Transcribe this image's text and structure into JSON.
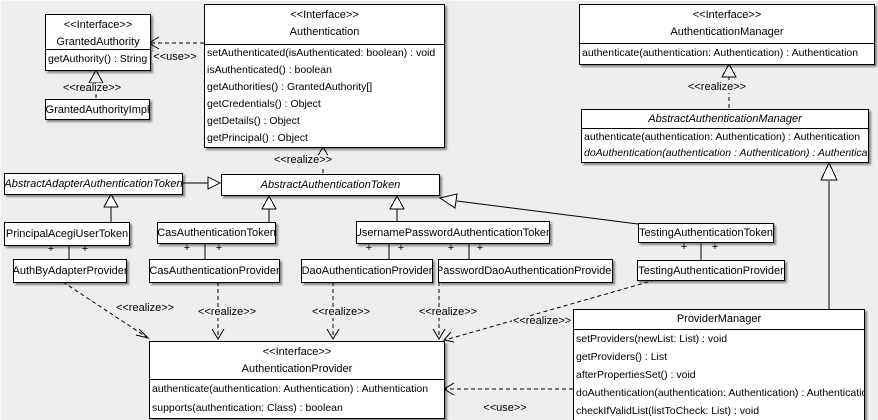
{
  "colors": {
    "background": "#eeeeee",
    "box_fill": "#ffffff",
    "line": "#000000"
  },
  "edge_labels": {
    "realize": "&lt;&lt;realize&gt;&gt;",
    "use": "&lt;&lt;use&gt;&gt;",
    "plus": "+"
  },
  "classes": {
    "granted_authority": {
      "stereotype": "<<Interface>>",
      "name": "GrantedAuthority",
      "members": [
        "getAuthority() : String"
      ]
    },
    "granted_authority_impl": {
      "name": "GrantedAuthorityImpl"
    },
    "authentication": {
      "stereotype": "<<Interface>>",
      "name": "Authentication",
      "members": [
        "setAuthenticated(isAuthenticated: boolean) : void",
        "isAuthenticated() : boolean",
        "getAuthorities() : GrantedAuthority[]",
        "getCredentials() : Object",
        "getDetails() : Object",
        "getPrincipal() : Object"
      ]
    },
    "authentication_manager": {
      "stereotype": "<<Interface>>",
      "name": "AuthenticationManager",
      "members": [
        "authenticate(authentication: Authentication) : Authentication"
      ]
    },
    "abstract_authentication_manager": {
      "name": "AbstractAuthenticationManager",
      "members": [
        "authenticate(authentication: Authentication) : Authentication",
        "doAuthentication(authentication : Authentication) : Authentication"
      ]
    },
    "abstract_adapter_authentication_token": {
      "name": "AbstractAdapterAuthenticationToken"
    },
    "abstract_authentication_token": {
      "name": "AbstractAuthenticationToken"
    },
    "principal_acegi_user_token": {
      "name": "PrincipalAcegiUserToken"
    },
    "cas_authentication_token": {
      "name": "CasAuthenticationToken"
    },
    "username_password_authentication_token": {
      "name": "UsernamePasswordAuthenticationToken"
    },
    "testing_authentication_token": {
      "name": "TestingAuthenticationToken"
    },
    "auth_by_adapter_provider": {
      "name": "AuthByAdapterProvider"
    },
    "cas_authentication_provider": {
      "name": "CasAuthenticationProvider"
    },
    "dao_authentication_provider": {
      "name": "DaoAuthenticationProvider"
    },
    "password_dao_authentication_provider": {
      "name": "PasswordDaoAuthenticationProvider"
    },
    "testing_authentication_provider": {
      "name": "TestingAuthenticationProvider"
    },
    "authentication_provider": {
      "stereotype": "<<Interface>>",
      "name": "AuthenticationProvider",
      "members": [
        "authenticate(authentication: Authentication) : Authentication",
        "supports(authentication: Class) : boolean"
      ]
    },
    "provider_manager": {
      "name": "ProviderManager",
      "members": [
        "setProviders(newList: List) : void",
        "getProviders() : List",
        "afterPropertiesSet() : void",
        "doAuthentication(authentication: Authentication) : Authentication",
        "checkIfValidList(listToCheck: List) : void"
      ]
    }
  }
}
